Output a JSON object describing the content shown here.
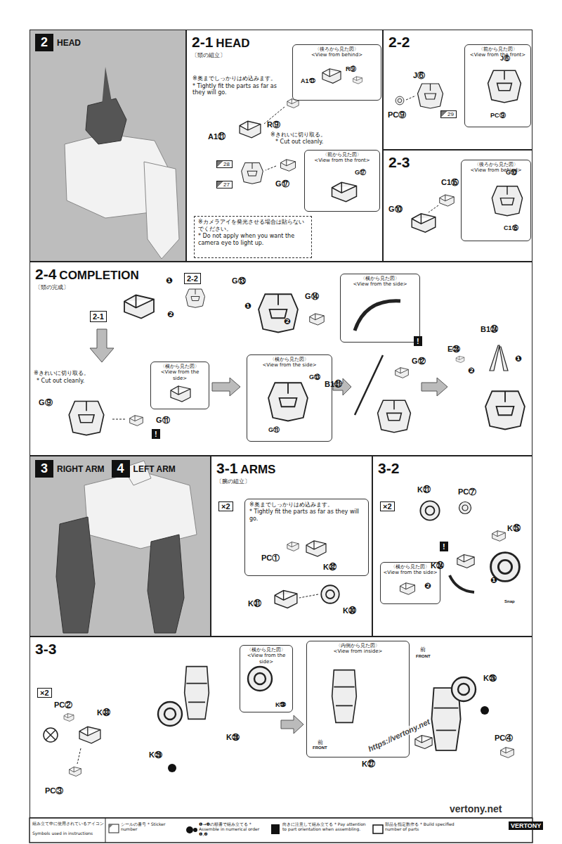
{
  "diagram": {
    "nodes": [
      {
        "text": [
          "2",
          "HEAD"
        ]
      },
      {
        "text": [
          "2-1",
          "HEAD",
          "〔頭の組立〕"
        ]
      },
      {
        "text": [
          "〈後ろから見た図〉",
          "<View from behind>"
        ],
        "in": 1
      },
      {
        "text": [
          "〈前から見た図〉",
          "<View from the front>"
        ],
        "in": 1
      },
      {
        "text": [
          "※カメラアイを発光させる場合は貼らないでください。",
          "* Do not apply when you want the camera eye to light up."
        ],
        "in": 1
      },
      {
        "text": [
          "2-2"
        ]
      },
      {
        "text": [
          "〈前から見た図〉",
          "<View from the front>"
        ],
        "in": 5
      },
      {
        "text": [
          "2-3"
        ]
      },
      {
        "text": [
          "〈後ろから見た図〉",
          "<View from behind>"
        ],
        "in": 7
      },
      {
        "text": [
          "2-4",
          "COMPLETION",
          "〔頭の完成〕"
        ]
      },
      {
        "text": [
          "〈横から見た図〉",
          "<View from the side>"
        ],
        "in": 9
      },
      {
        "text": [
          "〈横から見た図〉",
          "<View from the side>"
        ],
        "in": 9
      },
      {
        "text": [
          "〈横から見た図〉",
          "<View from the side>"
        ],
        "in": 9
      },
      {
        "text": [
          "3",
          "RIGHT ARM",
          "4",
          "LEFT ARM"
        ]
      },
      {
        "text": [
          "3-1",
          "ARMS",
          "〔腕の組立〕"
        ]
      },
      {
        "text": [
          "※奥までしっかりはめ込みます。",
          "* Tightly fit the parts as far as they will go."
        ],
        "in": 14
      },
      {
        "text": [
          "3-2"
        ]
      },
      {
        "text": [
          "〈横から見た図〉",
          "<View from the side>"
        ],
        "in": 16
      },
      {
        "text": [
          "3-3"
        ]
      },
      {
        "text": [
          "〈横から見た図〉",
          "<View from the side>"
        ],
        "in": 18
      },
      {
        "text": [
          "〈内側から見た図〉",
          "<View from inside>"
        ],
        "in": 18
      }
    ],
    "labels": [
      "A1㉑",
      "R⑨",
      "※奥までしっかりはめ込みます。",
      "* Tightly fit the parts as far as they will go.",
      "A1㉑",
      "R⑨",
      "※きれいに切り取る。",
      "* Cut out cleanly.",
      "28",
      "27",
      "G⑰",
      "G⑰",
      "J⑥",
      "PC⑨",
      "29",
      "J⑥",
      "PC⑨",
      "G⑩",
      "C1⑮",
      "G⑩",
      "C1⑮",
      "❶",
      "2-2",
      "2-1",
      "❷",
      "※きれいに切り取る。",
      "* Cut out cleanly.",
      "G⑨",
      "G⑪",
      "!",
      "G⑬",
      "G⑭",
      "❶",
      "❷",
      "G⑬",
      "G⑪",
      "B1㉑",
      "!",
      "G⑫",
      "B1㉔",
      "E㉘",
      "❶",
      "❷",
      "×2",
      "PC①",
      "K㉜",
      "K㉛",
      "K㉚",
      "×2",
      "K㉑",
      "PC⑦",
      "K㉕",
      "!",
      "K㉔",
      "❷",
      "❶",
      "Snap",
      "×2",
      "PC②",
      "K㉝",
      "PC③",
      "K㉘",
      "K㉘",
      "K㉙",
      "前",
      "FRONT",
      "前",
      "FRONT",
      "K㉖",
      "PC④",
      "K㉗",
      "https://vertony.net",
      "vertony.net",
      "VERTONY",
      "組み立て中に使用されているアイコン",
      "Symbols used in instructions"
    ],
    "legend": [
      {
        "text": "シールの番号 * Sticker number"
      },
      {
        "text": "❶→❷の順番で組み立てる * Assemble in numerical order ❶,❷"
      },
      {
        "text": "向きに注意して組み立てる * Pay attention to part orientation when assembling."
      },
      {
        "text": "部品を指定数作る * Build specified number of parts"
      }
    ]
  }
}
